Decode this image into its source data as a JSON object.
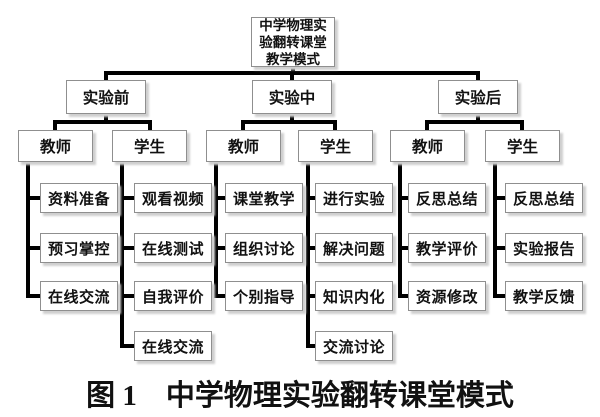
{
  "figure": {
    "root_label": "中学物理实\n验翻转课堂\n教学模式",
    "caption": "图 1　中学物理实验翻转课堂模式",
    "branches": [
      {
        "label": "实验前",
        "teacher": {
          "label": "教师",
          "items": [
            "资料准备",
            "预习掌控",
            "在线交流"
          ]
        },
        "student": {
          "label": "学生",
          "items": [
            "观看视频",
            "在线测试",
            "自我评价",
            "在线交流"
          ]
        }
      },
      {
        "label": "实验中",
        "teacher": {
          "label": "教师",
          "items": [
            "课堂教学",
            "组织讨论",
            "个别指导"
          ]
        },
        "student": {
          "label": "学生",
          "items": [
            "进行实验",
            "解决问题",
            "知识内化",
            "交流讨论"
          ]
        }
      },
      {
        "label": "实验后",
        "teacher": {
          "label": "教师",
          "items": [
            "反思总结",
            "教学评价",
            "资源修改"
          ]
        },
        "student": {
          "label": "学生",
          "items": [
            "反思总结",
            "实验报告",
            "教学反馈"
          ]
        }
      }
    ],
    "colors": {
      "line": "#000000",
      "box_border": "#8f8f8f",
      "box_background": "#ffffff",
      "shadow": "#cfcfcf",
      "text": "#111111",
      "page_background": "#ffffff"
    }
  }
}
